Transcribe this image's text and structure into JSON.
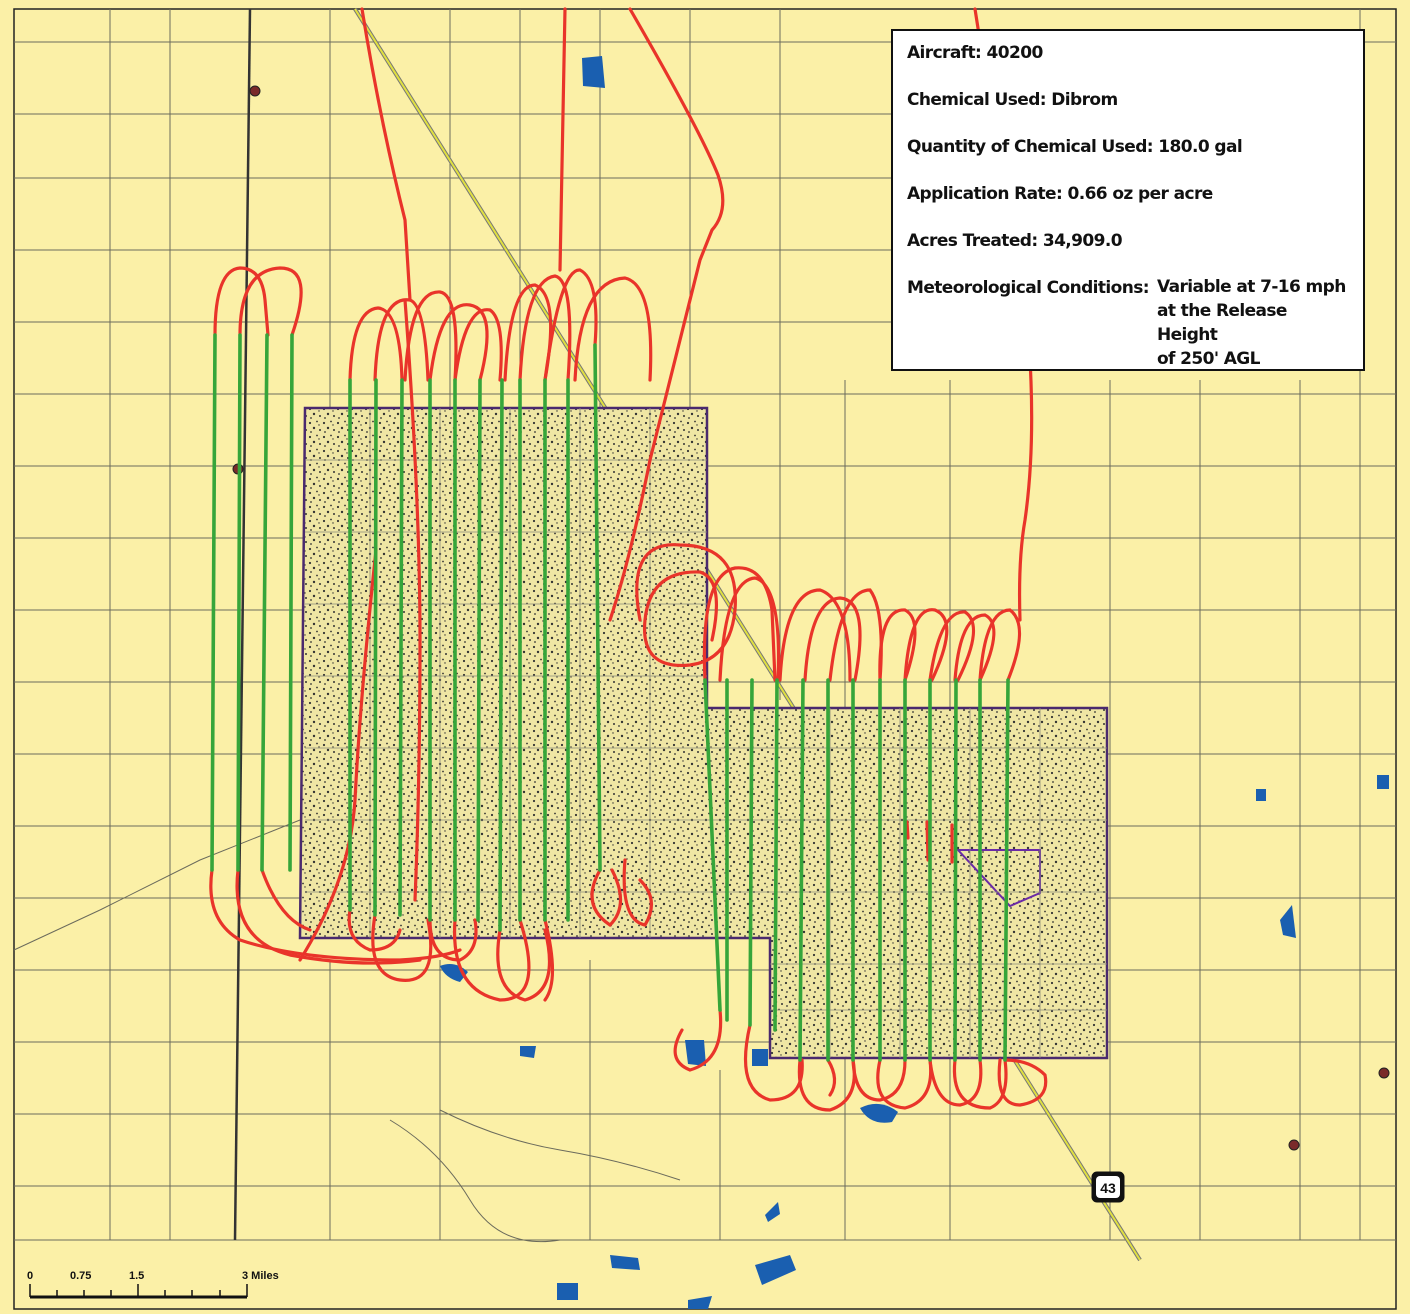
{
  "info_box": {
    "aircraft": "Aircraft: 40200",
    "chemical": "Chemical Used: Dibrom",
    "quantity": "Quantity of Chemical Used: 180.0  gal",
    "rate": "Application Rate: 0.66 oz per acre",
    "acres": "Acres Treated: 34,909.0",
    "met_label": "Meteorological Conditions:",
    "met_line1": "Variable at 7-16 mph",
    "met_line2": "at the Release Height",
    "met_line3": "of 250' AGL"
  },
  "highway_shield": "43",
  "scale_bar": {
    "l0": "0",
    "l1": "0.75",
    "l2": "1.5",
    "l3": "3 Miles"
  },
  "colors": {
    "land": "#fbf0a7",
    "road": "#6b6b5c",
    "highway": "#c9c93a",
    "treatment_border": "#4a2a6e",
    "spray_on": "#36a53a",
    "spray_off": "#e9342a",
    "water": "#1a5fb0"
  },
  "icons": [
    "landmark-icon",
    "water-body-icon",
    "highway-shield-icon"
  ]
}
